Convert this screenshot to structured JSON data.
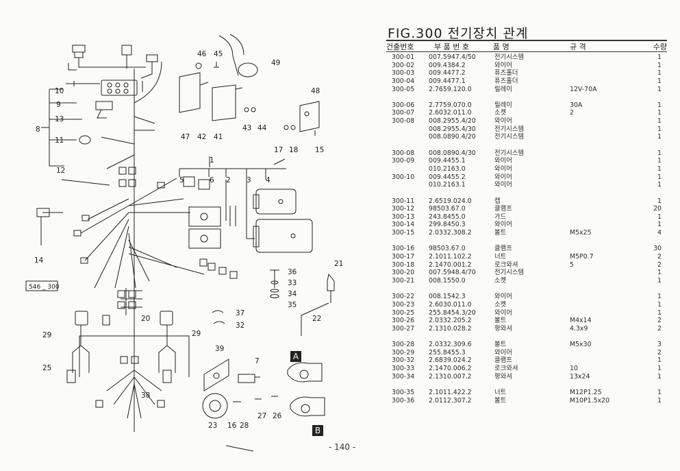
{
  "figure": {
    "title": "FIG.300 전기장치 관계",
    "columns": {
      "no": "건출번호",
      "part_no": "부 품 번 호",
      "name": "품     명",
      "spec": "규     격",
      "qty": "수량"
    },
    "page_number": "- 140 -"
  },
  "diagram": {
    "reference_box": "546 _ 300",
    "badge_a": "A",
    "badge_b": "B",
    "callouts": [
      "46",
      "45",
      "49",
      "10",
      "9",
      "13",
      "8",
      "11",
      "12",
      "14",
      "47",
      "42",
      "41",
      "48",
      "43",
      "44",
      "17",
      "18",
      "15",
      "1",
      "5",
      "6",
      "2",
      "3",
      "4",
      "21",
      "36",
      "33",
      "34",
      "35",
      "37",
      "32",
      "22",
      "20",
      "29",
      "29",
      "25",
      "38",
      "39",
      "7",
      "23",
      "16",
      "28",
      "27",
      "26"
    ]
  },
  "groups": [
    {
      "rows": [
        {
          "no": "300-01",
          "part": "007.5947.4/50",
          "name": "전기시스템",
          "spec": "",
          "qty": "1"
        },
        {
          "no": "300-02",
          "part": "009.4384.2",
          "name": "와이어",
          "spec": "",
          "qty": "1"
        },
        {
          "no": "300-03",
          "part": "009.4477.2",
          "name": "퓨즈홀더",
          "spec": "",
          "qty": "1"
        },
        {
          "no": "300-04",
          "part": "009.4477.1",
          "name": "퓨즈홀더",
          "spec": "",
          "qty": "1"
        },
        {
          "no": "300-05",
          "part": "2.7659.120.0",
          "name": "릴레이",
          "spec": "12V-70A",
          "qty": "1"
        }
      ]
    },
    {
      "rows": [
        {
          "no": "300-06",
          "part": "2.7759.070.0",
          "name": "릴레이",
          "spec": "30A",
          "qty": "1"
        },
        {
          "no": "300-07",
          "part": "2.6032.011.0",
          "name": "소켓",
          "spec": "2",
          "qty": "1"
        },
        {
          "no": "300-08",
          "part": "008.2955.4/20",
          "name": "와이어",
          "spec": "",
          "qty": "1"
        },
        {
          "no": "",
          "part": "008.2955.4/30",
          "name": "전기시스템",
          "spec": "",
          "qty": "1"
        },
        {
          "no": "",
          "part": "008.0890.4/20",
          "name": "전기시스템",
          "spec": "",
          "qty": "1"
        }
      ]
    },
    {
      "rows": [
        {
          "no": "300-08",
          "part": "008.0890.4/30",
          "name": "전기시스템",
          "spec": "",
          "qty": "1"
        },
        {
          "no": "300-09",
          "part": "009.4455.1",
          "name": "와이어",
          "spec": "",
          "qty": "1"
        },
        {
          "no": "",
          "part": "010.2163.0",
          "name": "와이어",
          "spec": "",
          "qty": "1"
        },
        {
          "no": "300-10",
          "part": "009.4455.2",
          "name": "와이어",
          "spec": "",
          "qty": "1"
        },
        {
          "no": "",
          "part": "010.2163.1",
          "name": "와이어",
          "spec": "",
          "qty": "1"
        }
      ]
    },
    {
      "rows": [
        {
          "no": "300-11",
          "part": "2.6519.024.0",
          "name": "캡",
          "spec": "",
          "qty": "1"
        },
        {
          "no": "300-12",
          "part": "98503.67.0",
          "name": "클램프",
          "spec": "",
          "qty": "20"
        },
        {
          "no": "300-13",
          "part": "243.8455.0",
          "name": "가드",
          "spec": "",
          "qty": "1"
        },
        {
          "no": "300-14",
          "part": "299.8450.3",
          "name": "와이어",
          "spec": "",
          "qty": "1"
        },
        {
          "no": "300-15",
          "part": "2.0332.308.2",
          "name": "볼트",
          "spec": "M5x25",
          "qty": "4"
        }
      ]
    },
    {
      "rows": [
        {
          "no": "300-16",
          "part": "98503.67.0",
          "name": "클램프",
          "spec": "",
          "qty": "30"
        },
        {
          "no": "300-17",
          "part": "2.1011.102.2",
          "name": "너트",
          "spec": "M5P0.7",
          "qty": "2"
        },
        {
          "no": "300-18",
          "part": "2.1470.001.2",
          "name": "로크와셔",
          "spec": "5",
          "qty": "2"
        },
        {
          "no": "300-20",
          "part": "007.5948.4/70",
          "name": "전기시스템",
          "spec": "",
          "qty": "1"
        },
        {
          "no": "300-21",
          "part": "008.1550.0",
          "name": "소켓",
          "spec": "",
          "qty": "1"
        }
      ]
    },
    {
      "rows": [
        {
          "no": "300-22",
          "part": "008.1542.3",
          "name": "와이어",
          "spec": "",
          "qty": "1"
        },
        {
          "no": "300-23",
          "part": "2.6030.011.0",
          "name": "소켓",
          "spec": "",
          "qty": "1"
        },
        {
          "no": "300-25",
          "part": "255.8454.3/20",
          "name": "와이어",
          "spec": "",
          "qty": "1"
        },
        {
          "no": "300-26",
          "part": "2.0332.205.2",
          "name": "볼트",
          "spec": "M4x14",
          "qty": "2"
        },
        {
          "no": "300-27",
          "part": "2.1310.028.2",
          "name": "평와셔",
          "spec": "4.3x9",
          "qty": "2"
        }
      ]
    },
    {
      "rows": [
        {
          "no": "300-28",
          "part": "2.0332.309.6",
          "name": "볼트",
          "spec": "M5x30",
          "qty": "3"
        },
        {
          "no": "300-29",
          "part": "255.8455.3",
          "name": "와이어",
          "spec": "",
          "qty": "2"
        },
        {
          "no": "300-32",
          "part": "2.6839.024.2",
          "name": "클램프",
          "spec": "",
          "qty": "1"
        },
        {
          "no": "300-33",
          "part": "2.1470.006.2",
          "name": "로크와셔",
          "spec": "10",
          "qty": "1"
        },
        {
          "no": "300-34",
          "part": "2.1310.007.2",
          "name": "평와셔",
          "spec": "13x24",
          "qty": "1"
        }
      ]
    },
    {
      "rows": [
        {
          "no": "300-35",
          "part": "2.1011.422.2",
          "name": "너트",
          "spec": "M12P1.25",
          "qty": "1"
        },
        {
          "no": "300-36",
          "part": "2.0112.307.2",
          "name": "볼트",
          "spec": "M10P1.5x20",
          "qty": "1"
        }
      ]
    }
  ]
}
